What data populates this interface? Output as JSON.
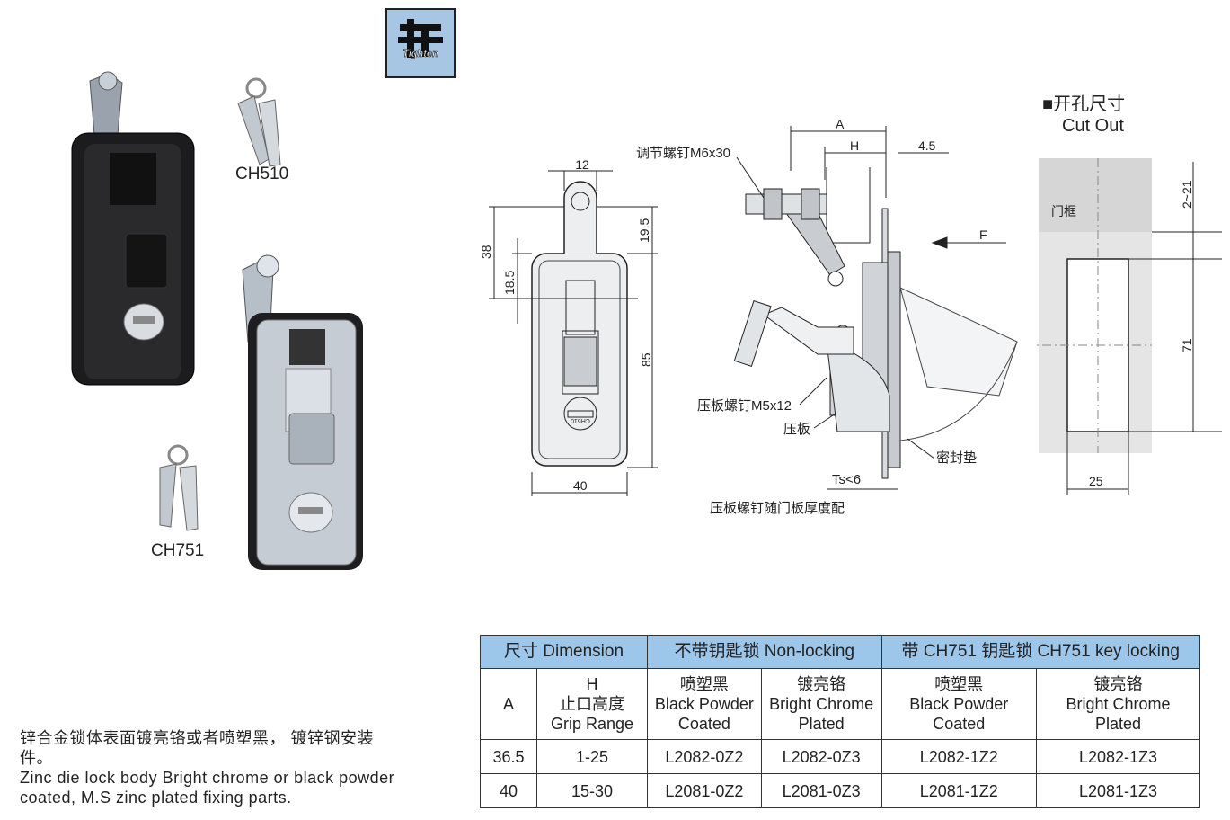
{
  "logo": {
    "brand": "Tighten"
  },
  "products": {
    "ch510_label": "CH510",
    "ch751_label": "CH751"
  },
  "description": {
    "cn": "锌合金锁体表面镀亮铬或者喷塑黑， 镀锌钢安装件。",
    "en": "Zinc die lock body Bright chrome or black powder coated, M.S zinc plated fixing parts."
  },
  "drawing": {
    "dim_12": "12",
    "dim_38": "38",
    "dim_18_5": "18.5",
    "dim_19_5": "19.5",
    "dim_85": "85",
    "dim_40": "40",
    "key_mark": "CH510",
    "dim_A": "A",
    "dim_H": "H",
    "dim_4_5": "4.5",
    "label_adjust_screw": "调节螺钉M6x30",
    "label_F": "F",
    "label_plate_screw": "压板螺钉M5x12",
    "label_plate": "压板",
    "label_seal": "密封垫",
    "label_ts": "Ts<6",
    "label_note": "压板螺钉随门板厚度配"
  },
  "cutout": {
    "title_cn": "■开孔尺寸",
    "title_en": "Cut Out",
    "frame_label": "门框",
    "dim_2_21": "2~21",
    "dim_71": "71",
    "dim_25": "25"
  },
  "table": {
    "headers": {
      "dimension": "尺寸 Dimension",
      "non_locking": "不带钥匙锁 Non-locking",
      "key_locking": "带 CH751 钥匙锁  CH751 key locking"
    },
    "sub": {
      "a": "A",
      "h_1": "H",
      "h_2": "止口高度",
      "h_3": "Grip Range",
      "bp_cn": "喷塑黑",
      "bp_en1": "Black Powder",
      "bp_en2": "Coated",
      "bc_cn": "镀亮铬",
      "bc_en1": "Bright Chrome",
      "bc_en2": "Plated"
    },
    "rows": [
      {
        "a": "36.5",
        "h": "1-25",
        "nl_black": "L2082-0Z2",
        "nl_chrome": "L2082-0Z3",
        "kl_black": "L2082-1Z2",
        "kl_chrome": "L2082-1Z3"
      },
      {
        "a": "40",
        "h": "15-30",
        "nl_black": "L2081-0Z2",
        "nl_chrome": "L2081-0Z3",
        "kl_black": "L2081-1Z2",
        "kl_chrome": "L2081-1Z3"
      }
    ]
  }
}
